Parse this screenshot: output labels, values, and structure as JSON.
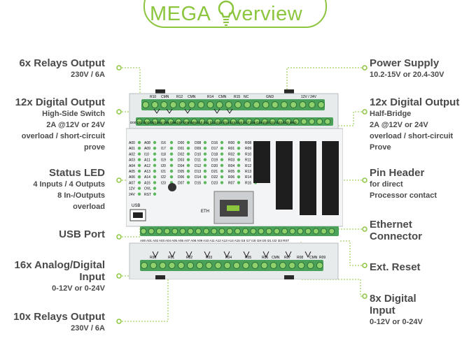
{
  "title": {
    "prefix": "MEGA ",
    "suffix": "verview",
    "accent": "#8cc63f"
  },
  "left_labels": [
    {
      "id": "relays-top",
      "heading": "6x Relays Output",
      "lines": [
        "230V / 6A"
      ]
    },
    {
      "id": "digital-out-left",
      "heading": "12x Digital Output",
      "lines": [
        "High-Side Switch",
        "2A @12V or 24V",
        "overload / short-circuit",
        "prove"
      ]
    },
    {
      "id": "status-led",
      "heading": "Status LED",
      "lines": [
        "4 Inputs / 4 Outputs",
        "8 In-/Outputs",
        "overload"
      ]
    },
    {
      "id": "usb-port",
      "heading": "USB Port",
      "lines": []
    },
    {
      "id": "analog-input",
      "heading": "16x Analog/Digital",
      "lines": []
    },
    {
      "id": "analog-input-2",
      "heading": "Input",
      "lines": [
        "0-12V or 0-24V"
      ]
    },
    {
      "id": "relays-bottom",
      "heading": "10x Relays Output",
      "lines": [
        "230V / 6A"
      ]
    }
  ],
  "right_labels": [
    {
      "id": "power-supply",
      "heading": "Power Supply",
      "lines": [
        "10.2-15V or 20.4-30V"
      ]
    },
    {
      "id": "digital-out-right",
      "heading": "12x Digital Output",
      "lines": [
        "Half-Bridge",
        "2A @12V or 24V",
        "overload / short-circuit",
        "Prove"
      ]
    },
    {
      "id": "pin-header",
      "heading": "Pin Header",
      "lines": [
        "for direct",
        "Processor contact"
      ]
    },
    {
      "id": "ethernet",
      "heading": "Ethernet",
      "lines": []
    },
    {
      "id": "ethernet-2",
      "heading": "Connector",
      "lines": []
    },
    {
      "id": "ext-reset",
      "heading": "Ext. Reset",
      "lines": []
    },
    {
      "id": "digital-input",
      "heading": "8x Digital",
      "lines": []
    },
    {
      "id": "digital-input-2",
      "heading": "Input",
      "lines": [
        "0-12V or 0-24V"
      ]
    }
  ],
  "device": {
    "top_terminal_labels": [
      "R10",
      "CMN",
      "R12",
      "CMN",
      "R14",
      "CMN",
      "R15",
      "NC",
      "GND",
      "12V / 24V"
    ],
    "top_row_text": "D00 D01 D02 D03 D04 D05 D06 D07 D08 D09 D10 D11 D12 D13 D14 D15 D16 D17 D18 D19 D20 D21 D22 D23 GND",
    "bottom_row_text": "A00 A01 A02 A03 A04 A05 A06 A07 A08 A09 A10 A11 A12 A13 A14 A15 I16 I17 I18 I19 I20 I21 I22 I23 RST",
    "bottom_terminal_labels": [
      "R00",
      "R01",
      "R02",
      "R03",
      "R04",
      "R05",
      "R06",
      "CMN",
      "R07",
      "R08",
      "CMN",
      "R09"
    ],
    "led_col1": [
      "A00",
      "A01",
      "A02",
      "A03",
      "A04",
      "A05",
      "A06",
      "A07",
      "12V",
      "24V"
    ],
    "led_col2": [
      "A08",
      "A09",
      "I10",
      "A11",
      "A12",
      "A13",
      "A14",
      "A15",
      "OVL",
      "RST"
    ],
    "led_col3": [
      "I16",
      "I17",
      "I18",
      "I19",
      "I20",
      "I21",
      "I22",
      "I23"
    ],
    "led_col4": [
      "D00",
      "D01",
      "D02",
      "D03",
      "D04",
      "D05",
      "D06",
      "D07"
    ],
    "led_col5": [
      "D08",
      "D09",
      "D10",
      "D11",
      "D12",
      "D13",
      "D14",
      "D15"
    ],
    "led_col6": [
      "D16",
      "D17",
      "D18",
      "D19",
      "D20",
      "D21",
      "D22",
      "D23"
    ],
    "led_col7": [
      "R00",
      "R01",
      "R02",
      "R03",
      "R04",
      "R05",
      "R06",
      "R07"
    ],
    "led_col8": [
      "R08",
      "R09",
      "R10",
      "R11",
      "R12",
      "R13",
      "R14",
      "R15"
    ],
    "usb_label": "USB",
    "eth_label": "ETH"
  }
}
